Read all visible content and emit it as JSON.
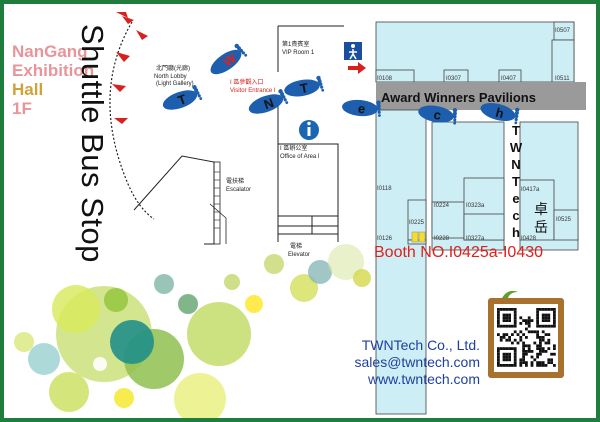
{
  "hall": {
    "lines": [
      "NanGang",
      "Exhibition",
      "Hall",
      "1F"
    ],
    "colors": [
      "#e8959a",
      "#e8959a",
      "#d1a13a",
      "#e8959a"
    ]
  },
  "shuttle_bus_stop": "Shuttle Bus Stop",
  "north_lobby": {
    "zh": "北門廳(光廊)",
    "en1": "North Lobby",
    "en2": "(Light Gallery)"
  },
  "escalator": {
    "zh": "電扶梯",
    "en": "Escalator"
  },
  "vip_room": {
    "zh": "第1貴賓室",
    "en": "VIP Room 1"
  },
  "visitor_entrance": {
    "zh": "I 區參觀入口",
    "en": "Visitor Entrance I"
  },
  "office_area": {
    "zh": "I 區辦公室",
    "en": "Office of Area I"
  },
  "elevator": {
    "zh": "電梯",
    "en": "Elevator"
  },
  "award": "Award Winners Pavilions",
  "booth": "Booth NO.I0425a-I0430",
  "booth_numbers": [
    "I0507",
    "I0511",
    "I0108",
    "I0307",
    "I0407",
    "I0118",
    "I0225",
    "I0224",
    "I0323a",
    "I0417a",
    "I0525",
    "I0126",
    "I0228",
    "I0327a",
    "I0428"
  ],
  "footprint_letters": [
    "T",
    "W",
    "N",
    "T",
    "e",
    "c",
    "h"
  ],
  "twn_vertical": [
    "T",
    "W",
    "N",
    "T",
    "e",
    "c",
    "h"
  ],
  "zhuo_yue": [
    "卓",
    "岳"
  ],
  "company": "TWNTech Co., Ltd.",
  "email": "sales@twntech.com",
  "website": "www.twntech.com",
  "colors": {
    "border": "#1f7d3d",
    "footprint": "#1d5fae",
    "booth_fill": "#cdeef5",
    "award_band": "#9a9a9a",
    "booth_text": "#e0201c",
    "contact": "#1f3fa0",
    "arrow": "#d8201c"
  },
  "icons": [
    "footprint-icon",
    "info-icon",
    "accessibility-icon",
    "arrow-icon",
    "qr-code-icon"
  ]
}
